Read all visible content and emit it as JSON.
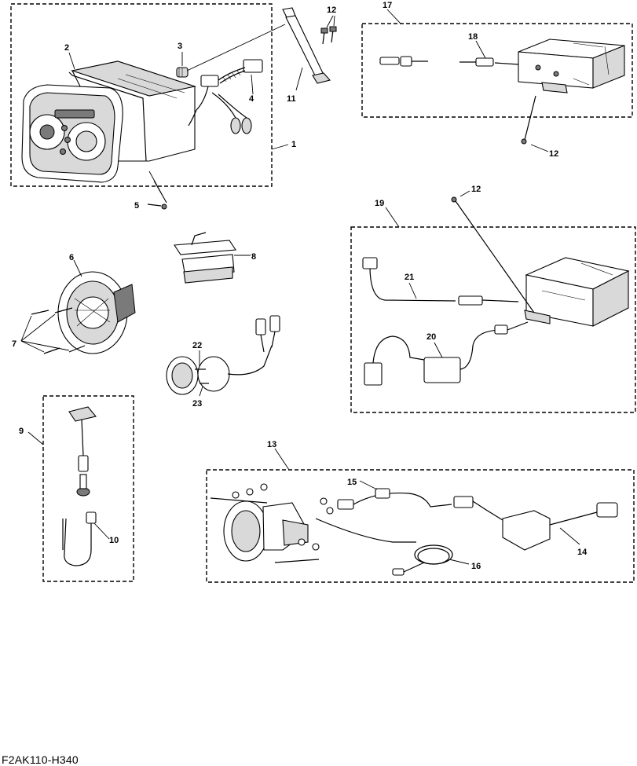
{
  "figure_code": "F2AK110-H340",
  "callouts": {
    "c1": "1",
    "c2": "2",
    "c3": "3",
    "c4": "4",
    "c5": "5",
    "c6": "6",
    "c7": "7",
    "c8": "8",
    "c9": "9",
    "c10": "10",
    "c11": "11",
    "c12a": "12",
    "c12b": "12",
    "c12c": "12",
    "c13": "13",
    "c14": "14",
    "c15": "15",
    "c16": "16",
    "c17": "17",
    "c18": "18",
    "c19": "19",
    "c20": "20",
    "c21": "21",
    "c22": "22",
    "c23": "23"
  }
}
